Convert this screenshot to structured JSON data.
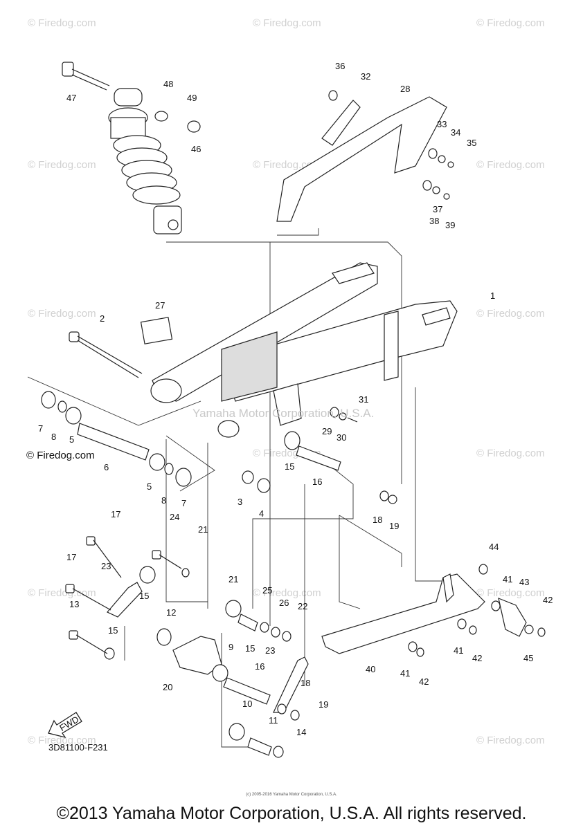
{
  "watermark": "© Firedog.com",
  "overlay_text": "Yamaha Motor Corporation, U.S.A.",
  "diagram_code": "3D81100-F231",
  "firedog_label": "© Firedog.com",
  "fwd_label": "FWD",
  "copyright": "©2013 Yamaha Motor Corporation, U.S.A. All rights reserved.",
  "microtext": "(c) 2005-2016 Yamaha Motor Corporation, U.S.A.",
  "callouts": [
    "47",
    "48",
    "49",
    "46",
    "36",
    "32",
    "28",
    "33",
    "34",
    "35",
    "37",
    "38",
    "39",
    "1",
    "27",
    "2",
    "7",
    "8",
    "5",
    "6",
    "5",
    "8",
    "7",
    "31",
    "29",
    "30",
    "3",
    "4",
    "15",
    "16",
    "18",
    "19",
    "17",
    "24",
    "21",
    "17",
    "23",
    "15",
    "12",
    "13",
    "15",
    "9",
    "20",
    "21",
    "25",
    "26",
    "22",
    "15",
    "16",
    "23",
    "18",
    "19",
    "10",
    "11",
    "14",
    "44",
    "41",
    "43",
    "42",
    "45",
    "41",
    "42",
    "40",
    "41",
    "42"
  ]
}
